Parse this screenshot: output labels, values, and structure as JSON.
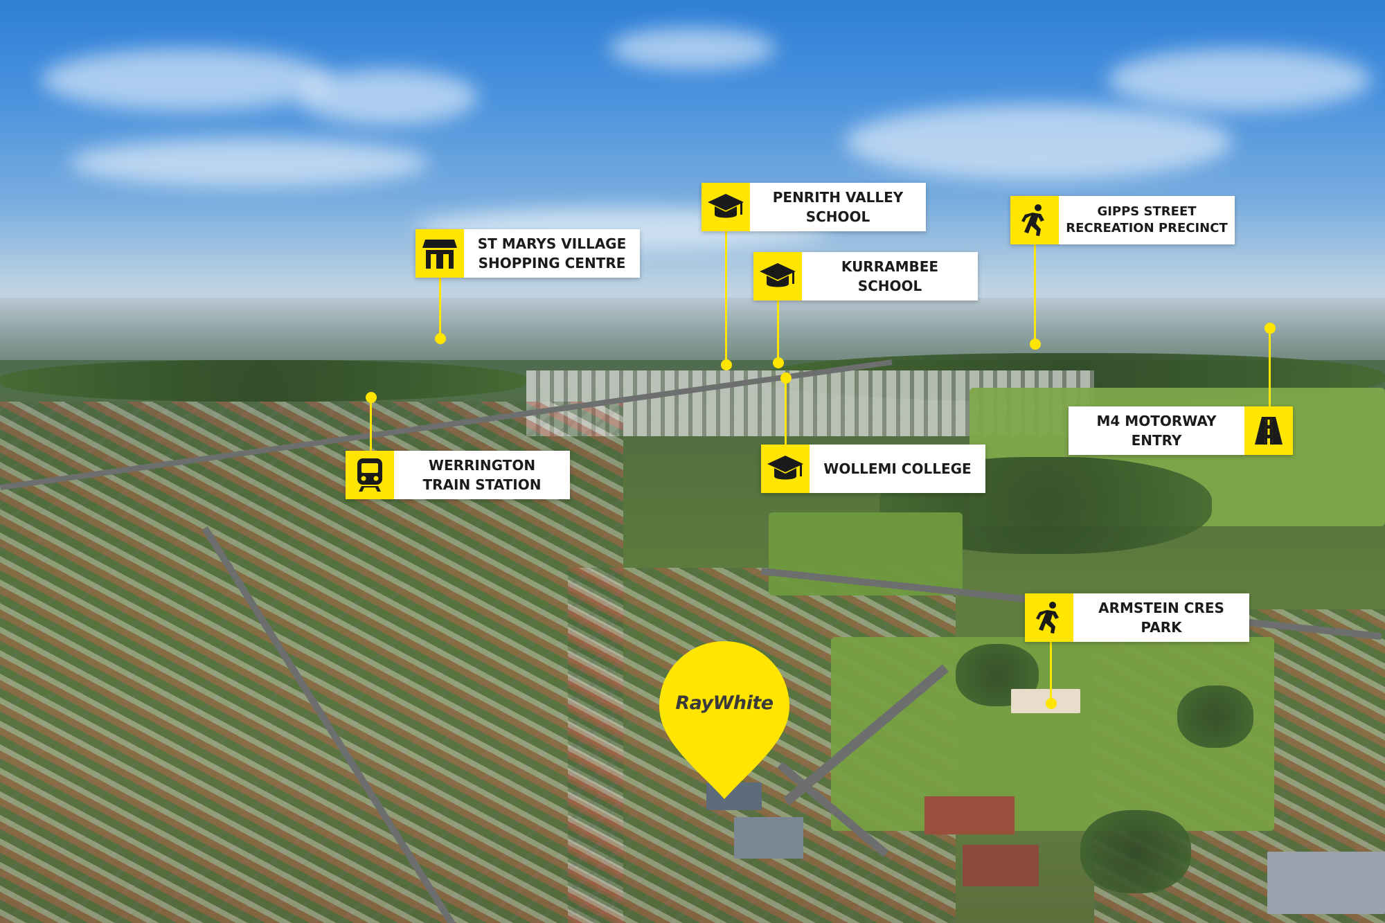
{
  "image": {
    "scene": "aerial-suburb-view",
    "colors": {
      "accent": "#ffe500",
      "label_bg": "#ffffff",
      "text": "#1a1a1a"
    }
  },
  "logo": {
    "text": "RayWhite",
    "icon": "map-pin-icon"
  },
  "locations": [
    {
      "id": "st-marys",
      "label": "ST MARYS VILLAGE\nSHOPPING CENTRE",
      "icon": "shop-icon"
    },
    {
      "id": "penrith-valley",
      "label": "PENRITH VALLEY\nSCHOOL",
      "icon": "graduation-cap-icon"
    },
    {
      "id": "kurrambee",
      "label": "KURRAMBEE\nSCHOOL",
      "icon": "graduation-cap-icon"
    },
    {
      "id": "gipps-street",
      "label": "GIPPS STREET\nRECREATION PRECINCT",
      "icon": "running-person-icon"
    },
    {
      "id": "werrington",
      "label": "WERRINGTON\nTRAIN STATION",
      "icon": "train-icon"
    },
    {
      "id": "wollemi",
      "label": "WOLLEMI COLLEGE",
      "icon": "graduation-cap-icon"
    },
    {
      "id": "m4",
      "label": "M4 MOTORWAY\nENTRY",
      "icon": "road-icon"
    },
    {
      "id": "armstein",
      "label": "ARMSTEIN CRES\nPARK",
      "icon": "running-person-icon"
    }
  ]
}
